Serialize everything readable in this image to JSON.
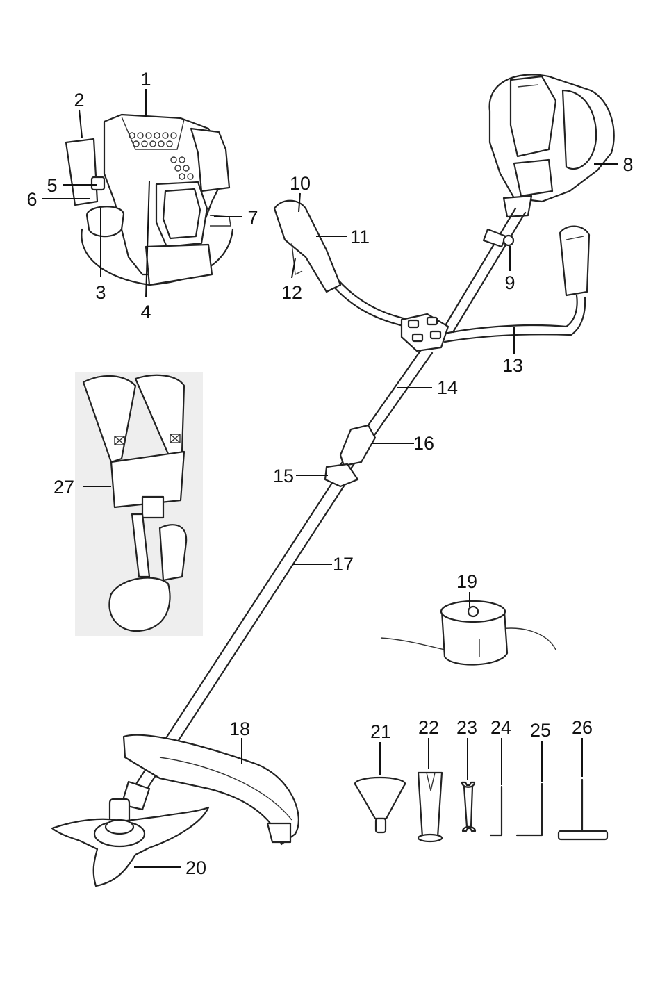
{
  "labels": {
    "l1": "1",
    "l2": "2",
    "l3": "3",
    "l4": "4",
    "l5": "5",
    "l6": "6",
    "l7": "7",
    "l8": "8",
    "l9": "9",
    "l10": "10",
    "l11": "11",
    "l12": "12",
    "l13": "13",
    "l14": "14",
    "l15": "15",
    "l16": "16",
    "l17": "17",
    "l18": "18",
    "l19": "19",
    "l20": "20",
    "l21": "21",
    "l22": "22",
    "l23": "23",
    "l24": "24",
    "l25": "25",
    "l26": "26",
    "l27": "27"
  },
  "colors": {
    "ink": "#222222",
    "background": "#ffffff",
    "panel": "#eeeeee"
  }
}
